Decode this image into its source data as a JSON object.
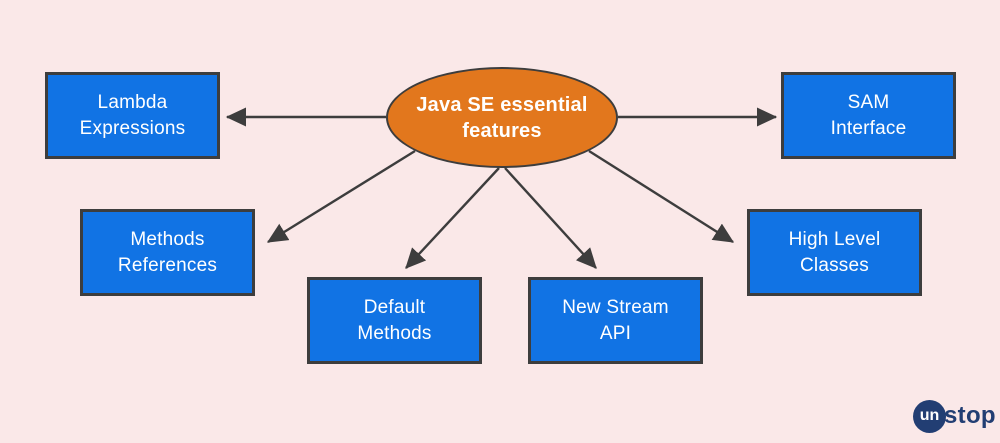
{
  "diagram": {
    "title": "Java SE essential features",
    "center_node": {
      "id": "center",
      "label": "Java SE essential\nfeatures"
    },
    "nodes": [
      {
        "id": "lambda-expressions",
        "label": "Lambda\nExpressions"
      },
      {
        "id": "sam-interface",
        "label": "SAM\nInterface"
      },
      {
        "id": "methods-references",
        "label": "Methods\nReferences"
      },
      {
        "id": "high-level-classes",
        "label": "High Level\nClasses"
      },
      {
        "id": "default-methods",
        "label": "Default\nMethods"
      },
      {
        "id": "new-stream-api",
        "label": "New Stream\nAPI"
      }
    ],
    "edges": [
      {
        "from": "center",
        "to": "lambda-expressions"
      },
      {
        "from": "center",
        "to": "sam-interface"
      },
      {
        "from": "center",
        "to": "methods-references"
      },
      {
        "from": "center",
        "to": "high-level-classes"
      },
      {
        "from": "center",
        "to": "default-methods"
      },
      {
        "from": "center",
        "to": "new-stream-api"
      }
    ],
    "colors": {
      "background": "#FAE8E8",
      "node_fill": "#1173E4",
      "center_fill": "#E2771D",
      "stroke": "#3D3D3D",
      "node_text": "#FFFFFF",
      "brand_navy": "#223E73"
    }
  },
  "branding": {
    "logo_circle_text": "un",
    "logo_rest_text": "stop"
  }
}
